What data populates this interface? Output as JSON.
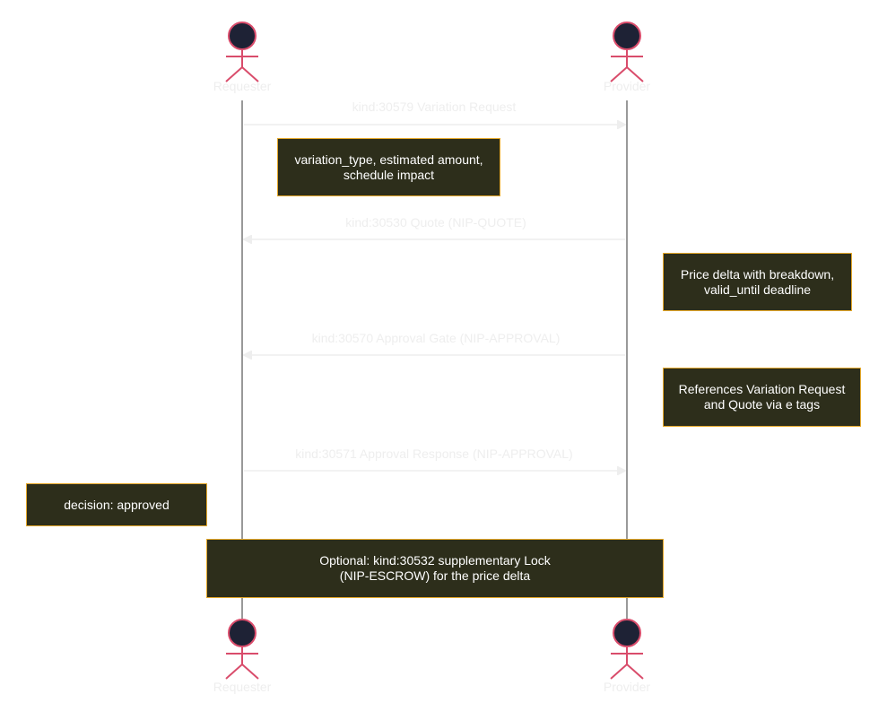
{
  "actors": {
    "requester": "Requester",
    "provider": "Provider"
  },
  "messages": [
    {
      "label": "kind:30579 Variation Request",
      "from": "requester",
      "to": "provider"
    },
    {
      "label": "kind:30530 Quote (NIP-QUOTE)",
      "from": "provider",
      "to": "requester"
    },
    {
      "label": "kind:30570 Approval Gate (NIP-APPROVAL)",
      "from": "provider",
      "to": "requester"
    },
    {
      "label": "kind:30571 Approval Response (NIP-APPROVAL)",
      "from": "requester",
      "to": "provider"
    }
  ],
  "notes": [
    {
      "text": "variation_type, estimated amount,\nschedule impact"
    },
    {
      "text": "Price delta with breakdown,\nvalid_until deadline"
    },
    {
      "text": "References Variation Request\nand Quote via e tags"
    },
    {
      "text": "decision: approved"
    },
    {
      "text": "Optional: kind:30532 supplementary Lock\n(NIP-ESCROW) for the price delta"
    }
  ],
  "colors": {
    "actor_fill": "#1e2235",
    "actor_stroke": "#d94c6b",
    "note_fill": "#2d2e1b",
    "note_border": "#e5a82a",
    "message_color": "#eeeeee"
  }
}
